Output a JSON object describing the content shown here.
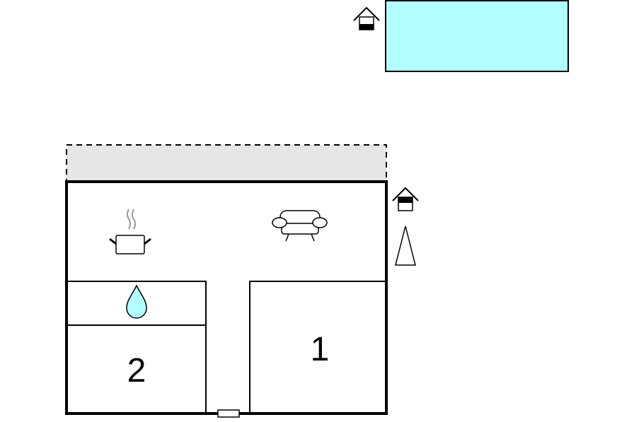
{
  "floorplan": {
    "rooms": [
      {
        "id": "bedroom-1",
        "label": "1"
      },
      {
        "id": "bedroom-2",
        "label": "2"
      }
    ],
    "icons": {
      "pool_house": "house-icon",
      "terrace_house": "house-icon",
      "kitchen": "cooking-pot-icon",
      "living": "sofa-icon",
      "bathroom": "water-drop-icon",
      "parasol": "parasol-icon",
      "entrance": "door-icon"
    },
    "colors": {
      "pool": "#b3ffff",
      "terrace": "#e6e6e6",
      "water_drop": "#b3ffff",
      "wall": "#000000"
    }
  }
}
